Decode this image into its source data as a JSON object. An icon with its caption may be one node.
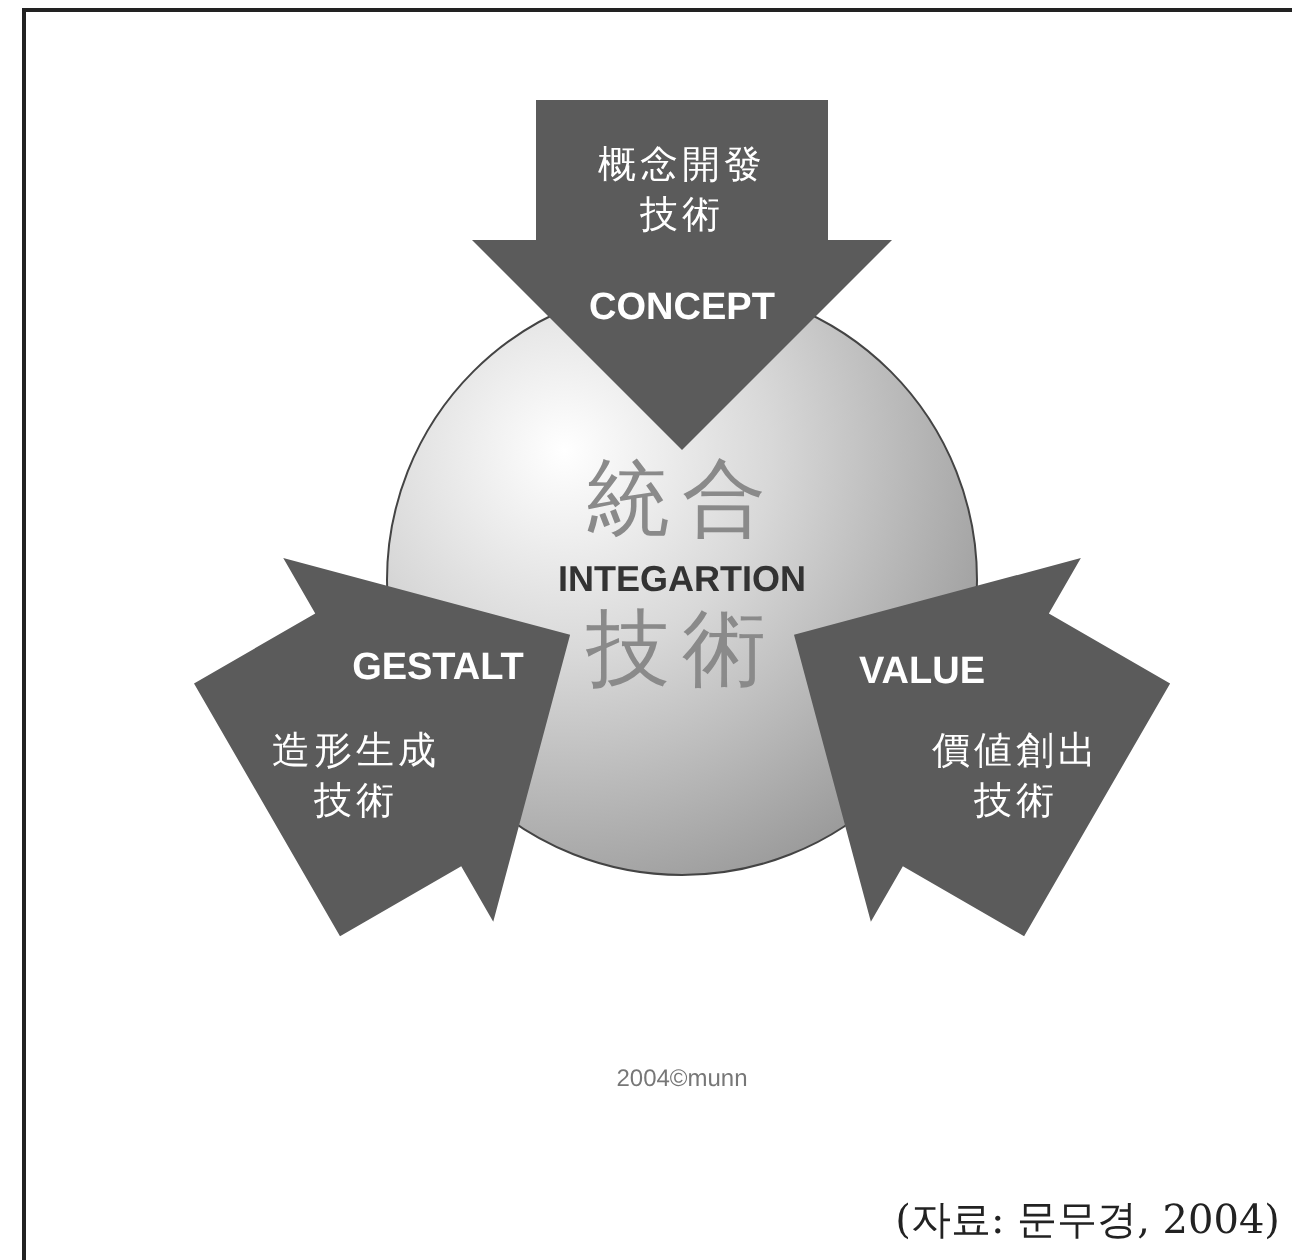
{
  "diagram": {
    "nodes": [
      {
        "text": [
          "概念開發技術",
          "CONCEPT"
        ]
      },
      {
        "text": [
          "統合",
          "INTEGARTION",
          "技術"
        ]
      },
      {
        "text": [
          "GESTALT",
          "造形生成技術"
        ]
      },
      {
        "text": [
          "VALUE",
          "價値創出技術"
        ]
      }
    ],
    "labels": [
      "2004©munn",
      "(자료: 문무경, 2004)"
    ]
  }
}
